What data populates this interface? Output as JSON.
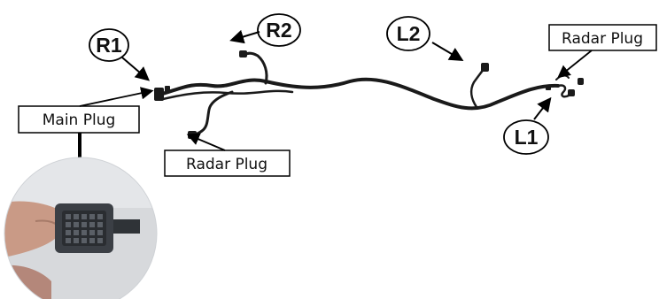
{
  "callouts": {
    "r1": "R1",
    "r2": "R2",
    "l1": "L1",
    "l2": "L2"
  },
  "labels": {
    "main_plug": "Main Plug",
    "radar_plug_left": "Radar Plug",
    "radar_plug_right": "Radar Plug"
  },
  "colors": {
    "harness": "#1a1a1a",
    "outline": "#000000",
    "photo_bg": "#d7d9dc",
    "connector": "#3b3f45",
    "skin": "#c99a86"
  },
  "icons": {
    "inset_photo": "connector-photo-icon"
  }
}
